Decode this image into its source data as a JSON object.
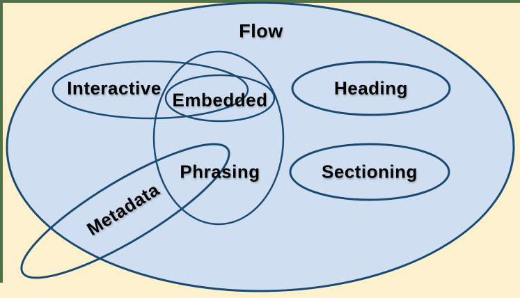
{
  "diagram": {
    "description": "Venn diagram of HTML content categories inside Flow content",
    "labels": {
      "flow": "Flow",
      "interactive": "Interactive",
      "embedded": "Embedded",
      "heading": "Heading",
      "phrasing": "Phrasing",
      "sectioning": "Sectioning",
      "metadata": "Metadata"
    },
    "colors": {
      "page_background": "#fdf1cd",
      "frame_border": "#4e7148",
      "ellipse_stroke": "#1a4a73",
      "flow_fill": "#cfdff1",
      "label_text": "#000000"
    }
  }
}
